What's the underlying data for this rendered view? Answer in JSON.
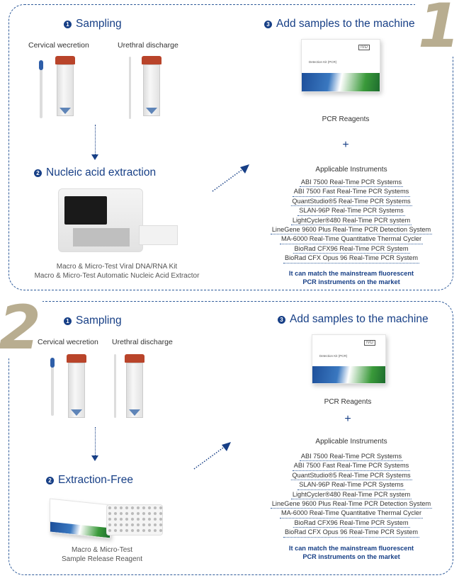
{
  "colors": {
    "accent": "#173f86",
    "step_number": "#b8ad90",
    "cap": "#b9442a"
  },
  "panels": [
    {
      "number": "1",
      "step1": {
        "bullet": "1",
        "title": "Sampling",
        "label_a": "Cervical wecretion",
        "label_b": "Urethral discharge"
      },
      "step2": {
        "bullet": "2",
        "title": "Nucleic acid extraction",
        "caption": [
          "Macro & Micro-Test Viral DNA/RNA Kit",
          "Macro & Micro-Test Automatic Nucleic Acid Extractor"
        ]
      },
      "step3": {
        "bullet": "3",
        "title": "Add samples to the machine",
        "reagents": "PCR Reagents",
        "plus": "+",
        "instruments_title": "Applicable Instruments",
        "instruments": [
          "ABI 7500 Real-Time PCR Systems",
          "ABI 7500 Fast Real-Time PCR Systems",
          "QuantStudio®5 Real-Time PCR Systems",
          "SLAN-96P Real-Time PCR Systems",
          "LightCycler®480 Real-Time PCR system",
          "LineGene 9600 Plus Real-Time PCR Detection System",
          "MA-6000 Real-Time Quantitative Thermal Cycler",
          "BioRad CFX96 Real-Time PCR System",
          "BioRad CFX Opus 96 Real-Time PCR System"
        ],
        "footer": [
          "It can match the mainstream fluorescent",
          "PCR instruments on the market"
        ]
      }
    },
    {
      "number": "2",
      "step1": {
        "bullet": "1",
        "title": "Sampling",
        "label_a": "Cervical wecretion",
        "label_b": "Urethral discharge"
      },
      "step2": {
        "bullet": "2",
        "title": "Extraction-Free",
        "caption": [
          "Macro & Micro-Test",
          "Sample Release Reagent"
        ]
      },
      "step3": {
        "bullet": "3",
        "title": "Add samples to the machine",
        "reagents": "PCR Reagents",
        "plus": "+",
        "instruments_title": "Applicable Instruments",
        "instruments": [
          "ABI 7500 Real-Time PCR Systems",
          "ABI 7500 Fast Real-Time PCR Systems",
          "QuantStudio®5 Real-Time PCR Systems",
          "SLAN-96P Real-Time PCR Systems",
          "LightCycler®480 Real-Time PCR system",
          "LineGene 9600 Plus Real-Time PCR Detection System",
          "MA-6000 Real-Time Quantitative Thermal Cycler",
          "BioRad CFX96 Real-Time PCR System",
          "BioRad CFX Opus 96 Real-Time PCR System"
        ],
        "footer": [
          "It can match the mainstream fluorescent",
          "PCR instruments on the market"
        ]
      }
    }
  ]
}
